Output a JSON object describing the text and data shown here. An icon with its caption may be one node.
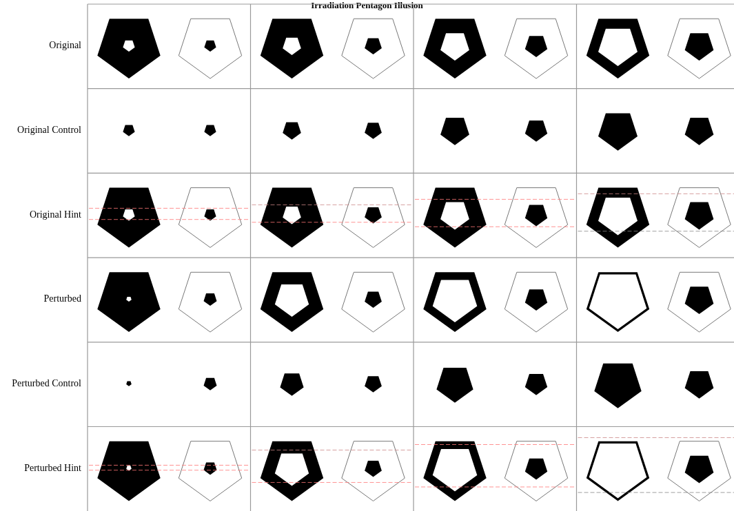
{
  "diagram": {
    "title": "Irradiation Pentagon Illusion",
    "labels": [
      "Original",
      "Original Control",
      "Original Hint",
      "Perturbed",
      "Perturbed Control",
      "Perturbed Hint"
    ]
  }
}
